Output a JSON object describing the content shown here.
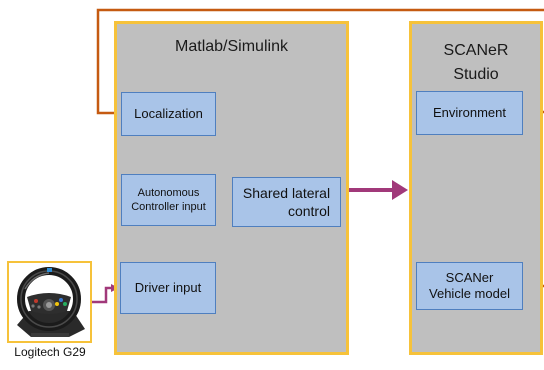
{
  "panels": {
    "matlab": {
      "title": "Matlab/Simulink"
    },
    "scaner": {
      "title_line1": "SCANeR",
      "title_line2": "Studio"
    }
  },
  "blocks": {
    "localization": "Localization",
    "autonomous_line1": "Autonomous",
    "autonomous_line2": "Controller input",
    "shared_line1": "Shared lateral",
    "shared_line2": "control",
    "driver_input": "Driver input",
    "environment": "Environment",
    "vehicle_line1": "SCANer",
    "vehicle_line2": "Vehicle model"
  },
  "device": {
    "caption": "Logitech G29",
    "icon": "steering-wheel-icon"
  },
  "colors": {
    "panel_fill": "#bfbfbf",
    "panel_border": "#f6c23a",
    "block_fill": "#a9c4e8",
    "block_border": "#4f7fbf",
    "feedback_wire": "#c55a11",
    "signal_wire": "#a1397a"
  }
}
